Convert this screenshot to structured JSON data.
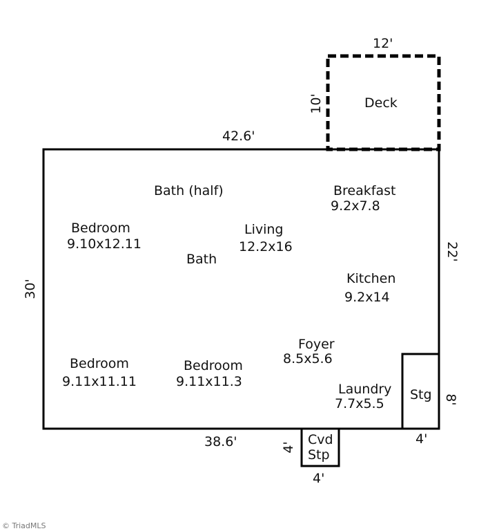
{
  "rooms": {
    "deck": "Deck",
    "bath_half": "Bath (half)",
    "breakfast": "Breakfast",
    "breakfast_size": "9.2x7.8",
    "bedroom1": "Bedroom",
    "bedroom1_size": "9.10x12.11",
    "living": "Living",
    "living_size": "12.2x16",
    "bath": "Bath",
    "kitchen": "Kitchen",
    "kitchen_size": "9.2x14",
    "foyer": "Foyer",
    "foyer_size": "8.5x5.6",
    "bedroom2": "Bedroom",
    "bedroom2_size": "9.11x11.11",
    "bedroom3": "Bedroom",
    "bedroom3_size": "9.11x11.3",
    "laundry": "Laundry",
    "laundry_size": "7.7x5.5",
    "storage": "Stg",
    "covered_step_line1": "Cvd",
    "covered_step_line2": "Stp"
  },
  "dimensions": {
    "deck_width": "12'",
    "deck_depth": "10'",
    "top_width": "42.6'",
    "right_height": "22'",
    "left_height": "30'",
    "bottom_width": "38.6'",
    "storage_height": "8'",
    "storage_width": "4'",
    "step_depth": "4'",
    "step_width": "4'"
  },
  "credit": "© TriadMLS"
}
